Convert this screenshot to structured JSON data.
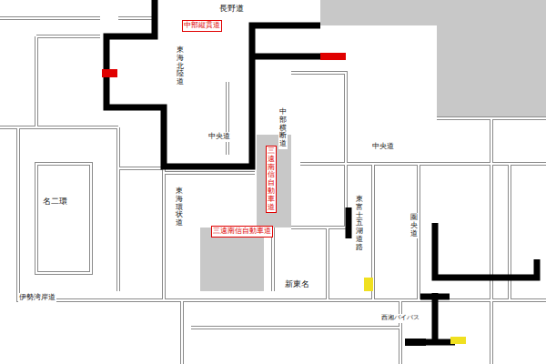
{
  "diagram": {
    "labels": [
      "長野道",
      "中部縦貫道",
      "東海北陸道",
      "中央道",
      "中部横断道",
      "三遠南信自動車道",
      "三遠南信自動車道",
      "東海環状道",
      "名二環",
      "伊勢湾岸道",
      "新東名",
      "東富士五湖道路",
      "圏央道",
      "中央道",
      "西湘バイパス"
    ]
  }
}
